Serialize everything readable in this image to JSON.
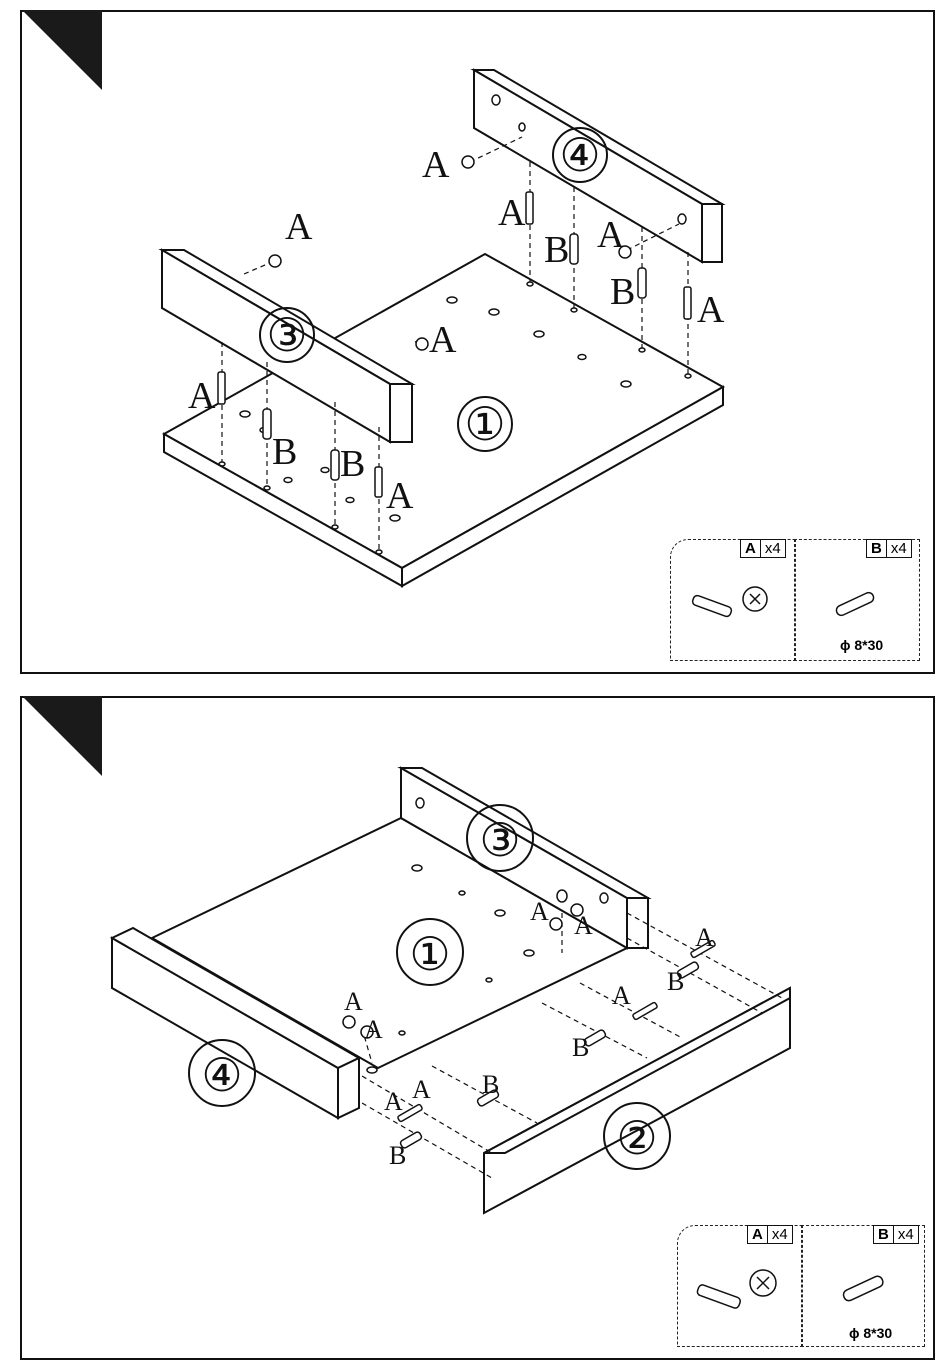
{
  "panel1": {
    "part_numbers": [
      "①",
      "③",
      "④"
    ],
    "hardware_labels": [
      "A",
      "B"
    ],
    "legend": {
      "a": {
        "key": "A",
        "qty": "x4"
      },
      "b": {
        "key": "B",
        "qty": "x4",
        "spec": "ϕ 8*30"
      }
    }
  },
  "panel2": {
    "part_numbers": [
      "①",
      "②",
      "③",
      "④"
    ],
    "hardware_labels": [
      "A",
      "B"
    ],
    "legend": {
      "a": {
        "key": "A",
        "qty": "x4"
      },
      "b": {
        "key": "B",
        "qty": "x4",
        "spec": "ϕ 8*30"
      }
    }
  }
}
